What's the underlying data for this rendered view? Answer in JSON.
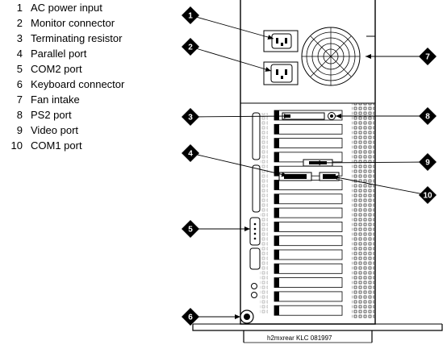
{
  "legend": [
    {
      "num": "1",
      "label": "AC power input"
    },
    {
      "num": "2",
      "label": "Monitor connector"
    },
    {
      "num": "3",
      "label": "Terminating resistor"
    },
    {
      "num": "4",
      "label": "Parallel port"
    },
    {
      "num": "5",
      "label": "COM2 port"
    },
    {
      "num": "6",
      "label": "Keyboard connector"
    },
    {
      "num": "7",
      "label": "Fan intake"
    },
    {
      "num": "8",
      "label": "PS2 port"
    },
    {
      "num": "9",
      "label": "Video port"
    },
    {
      "num": "10",
      "label": "COM1 port"
    }
  ],
  "callouts": [
    "1",
    "2",
    "3",
    "4",
    "5",
    "6",
    "7",
    "8",
    "9",
    "10"
  ],
  "credit": "h2mxrear KLC 081997"
}
